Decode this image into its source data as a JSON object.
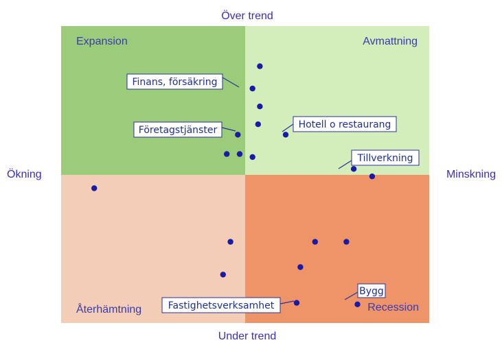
{
  "chart_data": {
    "type": "scatter",
    "axis_labels": {
      "top": "Över trend",
      "bottom": "Under trend",
      "left": "Ökning",
      "right": "Minskning"
    },
    "quadrants": [
      {
        "id": "top-left",
        "label": "Expansion",
        "color": "#9bcc7a"
      },
      {
        "id": "top-right",
        "label": "Avmattning",
        "color": "#d4eebb"
      },
      {
        "id": "bottom-left",
        "label": "Återhämtning",
        "color": "#f4cdb6"
      },
      {
        "id": "bottom-right",
        "label": "Recession",
        "color": "#ef9468"
      }
    ],
    "point_color": "#1a1aa8",
    "points": [
      {
        "x": 0.08,
        "y": 0.73
      },
      {
        "x": 0.04,
        "y": 0.58,
        "label": "Finans, försäkring"
      },
      {
        "x": 0.08,
        "y": 0.46
      },
      {
        "x": 0.07,
        "y": 0.34
      },
      {
        "x": -0.04,
        "y": 0.27,
        "label": "Företagstjänster"
      },
      {
        "x": 0.22,
        "y": 0.27,
        "label": "Hotell o restaurang"
      },
      {
        "x": -0.1,
        "y": 0.14
      },
      {
        "x": -0.03,
        "y": 0.14
      },
      {
        "x": 0.04,
        "y": 0.12
      },
      {
        "x": 0.59,
        "y": 0.04,
        "label": "Tillverkning"
      },
      {
        "x": 0.69,
        "y": -0.01
      },
      {
        "x": -0.82,
        "y": -0.09
      },
      {
        "x": -0.08,
        "y": -0.45
      },
      {
        "x": 0.38,
        "y": -0.45
      },
      {
        "x": 0.55,
        "y": -0.45
      },
      {
        "x": 0.3,
        "y": -0.62
      },
      {
        "x": -0.12,
        "y": -0.67
      },
      {
        "x": 0.28,
        "y": -0.86,
        "label": "Fastighetsverksamhet"
      },
      {
        "x": 0.61,
        "y": -0.87,
        "label": "Bygg"
      }
    ]
  }
}
